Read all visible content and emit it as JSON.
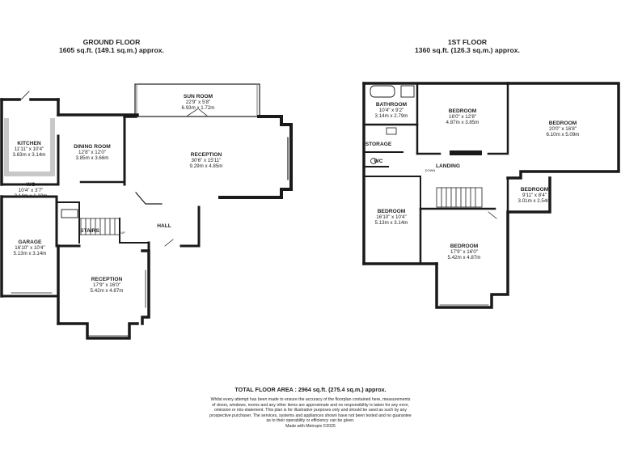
{
  "ground_floor": {
    "title": "GROUND FLOOR",
    "area": "1605 sq.ft. (149.1 sq.m.) approx.",
    "rooms": [
      {
        "name": "SUN ROOM",
        "dim_imperial": "22'9\" x 5'8\"",
        "dim_metric": "6.93m x 1.72m"
      },
      {
        "name": "KITCHEN",
        "dim_imperial": "11'11\" x 10'4\"",
        "dim_metric": "3.63m x 3.14m"
      },
      {
        "name": "DINING ROOM",
        "dim_imperial": "12'8\" x 12'0\"",
        "dim_metric": "3.85m x 3.66m"
      },
      {
        "name": "RECEPTION",
        "dim_imperial": "30'6\" x 15'11\"",
        "dim_metric": "9.29m x 4.85m"
      },
      {
        "name": "WC",
        "dim_imperial": "10'4\" x 3'7\"",
        "dim_metric": "3.14m x 1.10m"
      },
      {
        "name": "GARAGE",
        "dim_imperial": "16'10\" x 10'4\"",
        "dim_metric": "5.13m x 3.14m"
      },
      {
        "name": "RECEPTION",
        "dim_imperial": "17'9\" x 16'0\"",
        "dim_metric": "5.42m x 4.87m"
      }
    ],
    "labels": {
      "stairs": "STAIRS",
      "hall": "HALL",
      "up": "UP"
    }
  },
  "first_floor": {
    "title": "1ST FLOOR",
    "area": "1360 sq.ft. (126.3 sq.m.) approx.",
    "rooms": [
      {
        "name": "BATHROOM",
        "dim_imperial": "10'4\" x 9'2\"",
        "dim_metric": "3.14m x 2.79m"
      },
      {
        "name": "BEDROOM",
        "dim_imperial": "16'0\" x 12'8\"",
        "dim_metric": "4.87m x 3.85m"
      },
      {
        "name": "BEDROOM",
        "dim_imperial": "20'0\" x 16'8\"",
        "dim_metric": "6.10m x 5.09m"
      },
      {
        "name": "BEDROOM",
        "dim_imperial": "9'11\" x 8'4\"",
        "dim_metric": "3.01m x 2.54m"
      },
      {
        "name": "BEDROOM",
        "dim_imperial": "16'10\" x 10'4\"",
        "dim_metric": "5.13m x 3.14m"
      },
      {
        "name": "BEDROOM",
        "dim_imperial": "17'9\" x 16'0\"",
        "dim_metric": "5.42m x 4.87m"
      }
    ],
    "labels": {
      "storage": "STORAGE",
      "wc": "WC",
      "landing": "LANDING",
      "down": "DOWN"
    }
  },
  "footer": {
    "total": "TOTAL FLOOR AREA : 2964 sq.ft. (275.4 sq.m.) approx.",
    "disclaimer": [
      "Whilst every attempt has been made to ensure the accuracy of the floorplan contained here, measurements",
      "of doors, windows, rooms and any other items are approximate and no responsibility is taken for any error,",
      "omission or mis-statement. This plan is for illustrative purposes only and should be used as such by any",
      "prospective purchaser. The services, systems and appliances shown have not been tested and no guarantee",
      "as to their operability or efficiency can be given.",
      "Made with Metropix ©2025"
    ]
  }
}
